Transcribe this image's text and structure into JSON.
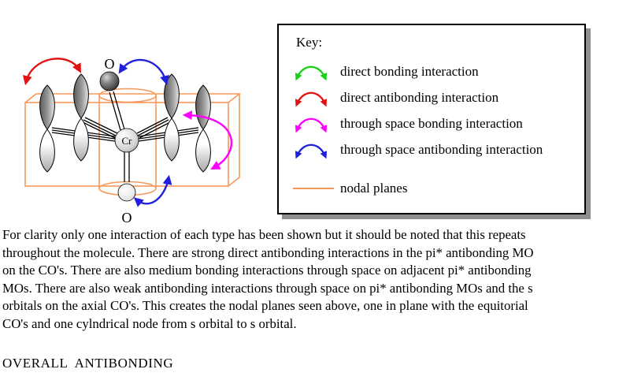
{
  "molecule": {
    "cr_label": "Cr",
    "top_o_label": "O",
    "bottom_o_label": "O"
  },
  "key": {
    "title": "Key:",
    "items": [
      {
        "icon": "green-curved-arrow-icon",
        "color": "#15d215",
        "label": "direct bonding interaction"
      },
      {
        "icon": "red-curved-arrow-icon",
        "color": "#e31212",
        "label": "direct antibonding interaction"
      },
      {
        "icon": "magenta-curved-arrow-icon",
        "color": "#ff00ff",
        "label": "through space bonding interaction"
      },
      {
        "icon": "blue-curved-arrow-icon",
        "color": "#2020dd",
        "label": "through space antibonding interaction"
      },
      {
        "icon": "orange-line-icon",
        "color": "#f6985a",
        "label": "nodal planes"
      }
    ]
  },
  "body": {
    "paragraph": "For clarity only one interaction of each type has been shown but it should be noted that this repeats\nthroughout the molecule. There are strong direct antibonding interactions in the pi* antibonding MO\non the CO's. There are also medium bonding interactions through space on adjacent pi* antibonding\nMOs. There are also weak antibonding interactions through space on pi* antibonding MOs and the s\norbitals on the axial CO's. This creates the nodal planes seen above, one in plane with the equitorial\nCO's and one cylndrical node from s orbital to s orbital."
  },
  "footer": {
    "label": "OVERALL  ANTIBONDING"
  }
}
